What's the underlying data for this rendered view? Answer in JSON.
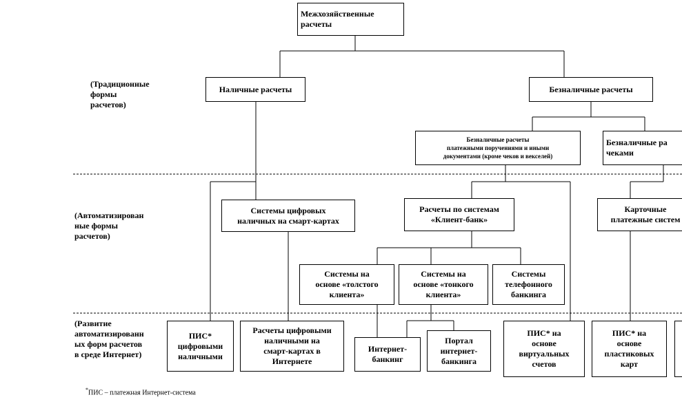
{
  "levels": {
    "traditional": "(Традиционные\nформы\nрасчетов)",
    "automated": "(Автоматизирован\nные формы\nрасчетов)",
    "internet": "(Развитие\nавтоматизированн\nых форм расчетов\nв среде Интернет)"
  },
  "nodes": {
    "root": "Межхозяйственные\nрасчеты",
    "cash": "Наличные расчеты",
    "noncash": "Безналичные расчеты",
    "noncash_orders": "Безналичные расчеты\nплатежными поручениями и иными\nдокументами  (кроме чеков и векселей)",
    "noncash_cheques": "Безналичные ра\nчеками",
    "digital_cash_cards": "Системы цифровых\nналичных на смарт-картах",
    "client_bank": "Расчеты по системам\n«Клиент-банк»",
    "card_systems": "Карточные\nплатежные систем",
    "thick_client": "Системы на\nоснове «толстого\nклиента»",
    "thin_client": "Системы на\nоснове «тонкого\nклиента»",
    "phone_banking": "Системы\nтелефонного\nбанкинга",
    "pis_digital": "ПИС* \nцифровыми\nналичными",
    "digital_cash_internet": "Расчеты цифровыми\nналичными на\nсмарт-картах в\nИнтернете",
    "internet_banking": "Интернет-\nбанкинг",
    "portal_banking": "Портал\nинтернет-\nбанкинга",
    "pis_virtual": "ПИС*  на\nоснове\nвиртуальных\nсчетов",
    "pis_plastic": "ПИС* на\nоснове\nпластиковых\nкарт",
    "edge_box": ""
  },
  "footnote": {
    "mark": "*",
    "text": "ПИС – платежная Интернет-система"
  }
}
